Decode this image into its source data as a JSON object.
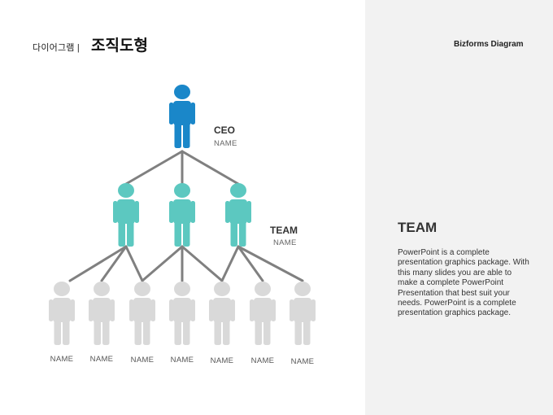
{
  "header": {
    "subtitle": "다이어그램 |",
    "title": "조직도형",
    "brand": "Bizforms Diagram"
  },
  "org": {
    "ceo": {
      "title": "CEO",
      "name": "NAME"
    },
    "team": {
      "title": "TEAM",
      "name": "NAME"
    },
    "members": [
      "NAME",
      "NAME",
      "NAME",
      "NAME",
      "NAME",
      "NAME",
      "NAME"
    ]
  },
  "side": {
    "title": "TEAM",
    "body": "PowerPoint is a complete presentation graphics package. With this many slides you are able to make a complete PowerPoint Presentation that best suit your needs. PowerPoint is a complete presentation graphics package."
  },
  "colors": {
    "ceo": "#1a87c9",
    "team": "#5cc8c0",
    "member": "#d9d9d9",
    "connector": "#808080",
    "panel": "#f2f2f2"
  }
}
